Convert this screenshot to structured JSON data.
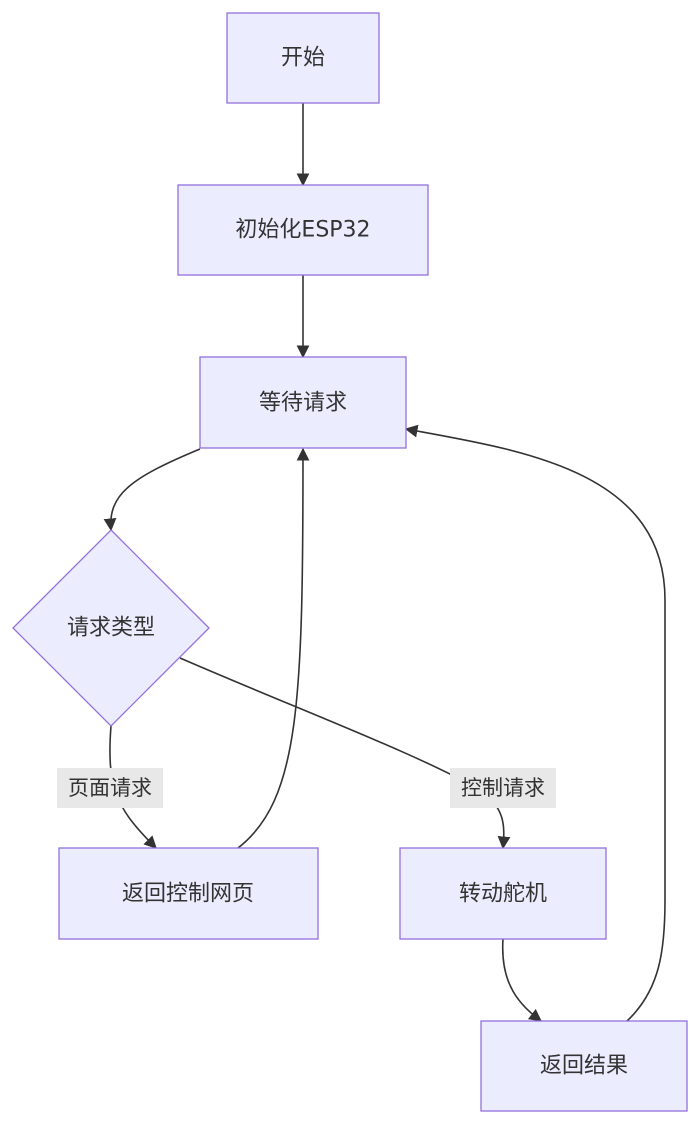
{
  "flowchart": {
    "nodes": {
      "start": "开始",
      "init": "初始化ESP32",
      "wait": "等待请求",
      "decision": "请求类型",
      "return_page": "返回控制网页",
      "turn_servo": "转动舵机",
      "return_result": "返回结果"
    },
    "edge_labels": {
      "page_request": "页面请求",
      "control_request": "控制请求"
    }
  },
  "colors": {
    "node_fill": "#ececff",
    "node_stroke": "#9370db",
    "edge": "#333333",
    "label_bg": "#e8e8e8"
  }
}
